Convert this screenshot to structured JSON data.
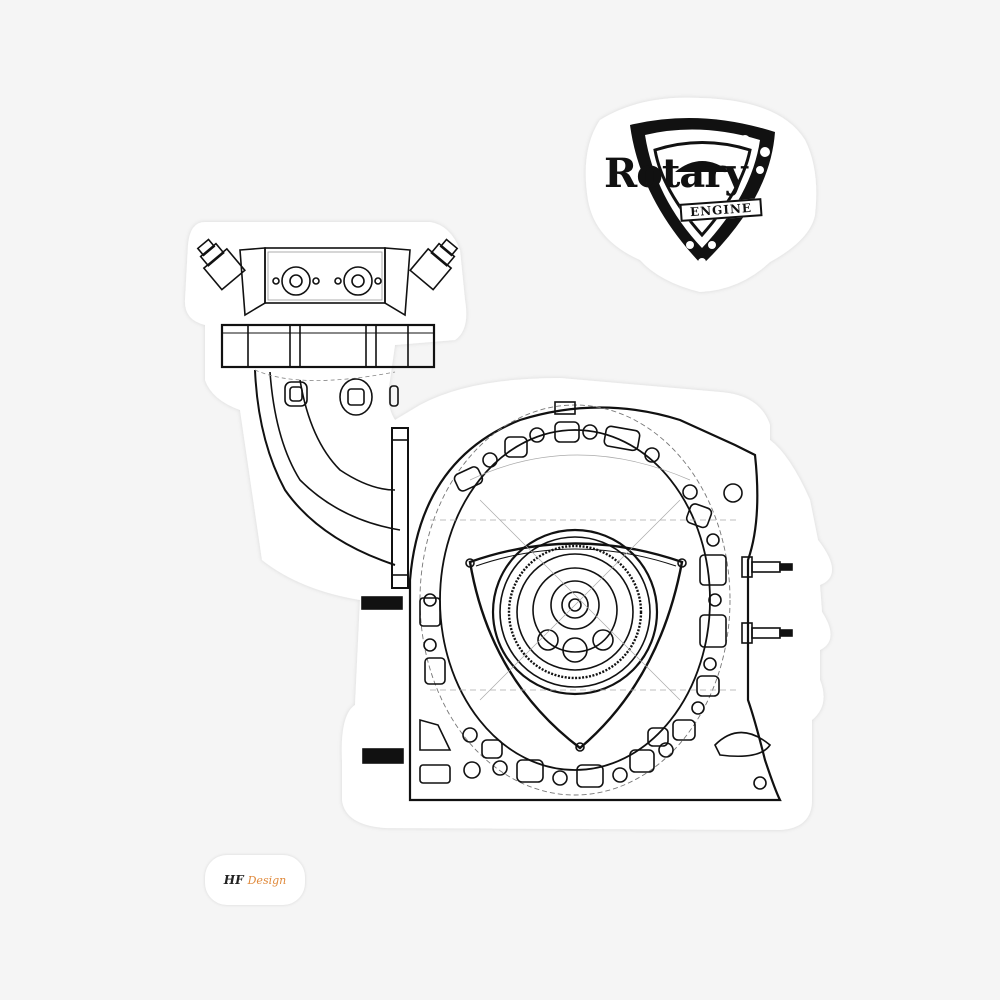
{
  "canvas": {
    "background": "#f5f5f5",
    "sticker_fill": "#ffffff",
    "line_color": "#111111"
  },
  "logo": {
    "title": "Rotary",
    "subtitle": "ENGINE"
  },
  "watermark": {
    "prefix": "HF",
    "suffix": "Design",
    "suffix_color": "#e08a3c"
  },
  "illustration": {
    "subject": "rotary-engine-line-drawing"
  }
}
